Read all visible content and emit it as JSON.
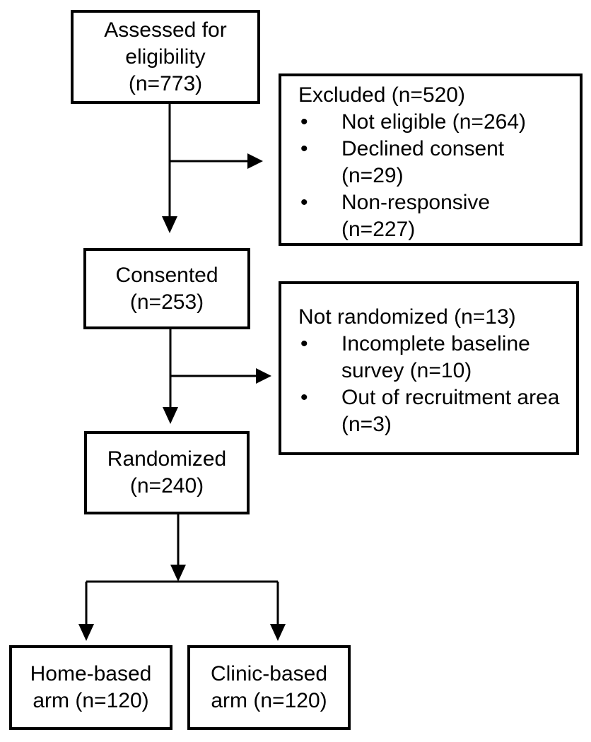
{
  "colors": {
    "background": "#ffffff",
    "line": "#000000",
    "text": "#000000",
    "box_border": "#000000",
    "box_fill": "#ffffff"
  },
  "icons": {
    "bullet": "•"
  },
  "flow": {
    "assessed": {
      "lines": [
        "Assessed for",
        "eligibility",
        "(n=773)"
      ]
    },
    "excluded": {
      "title": "Excluded (n=520)",
      "items": [
        {
          "lines": [
            "Not eligible (n=264)"
          ]
        },
        {
          "lines": [
            "Declined consent",
            "(n=29)"
          ]
        },
        {
          "lines": [
            "Non-responsive",
            "(n=227)"
          ]
        }
      ]
    },
    "consented": {
      "lines": [
        "Consented",
        "(n=253)"
      ]
    },
    "not_randomized": {
      "title": "Not randomized (n=13)",
      "items": [
        {
          "lines": [
            "Incomplete baseline",
            "survey (n=10)"
          ]
        },
        {
          "lines": [
            "Out of recruitment area",
            "(n=3)"
          ]
        }
      ]
    },
    "randomized": {
      "lines": [
        "Randomized",
        "(n=240)"
      ]
    },
    "home_arm": {
      "lines": [
        "Home-based",
        "arm (n=120)"
      ]
    },
    "clinic_arm": {
      "lines": [
        "Clinic-based",
        "arm (n=120)"
      ]
    }
  }
}
